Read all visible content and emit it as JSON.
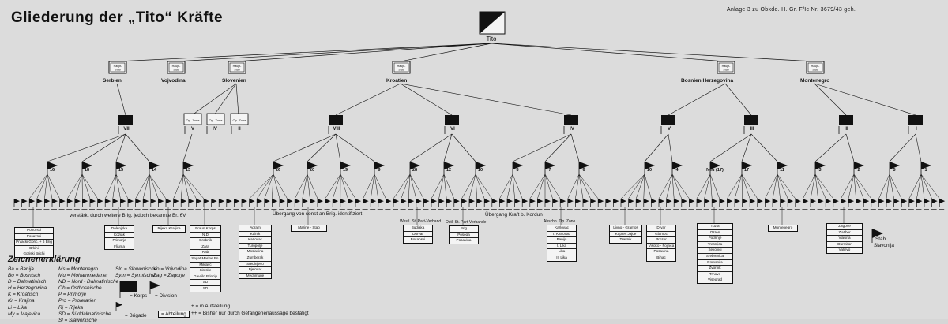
{
  "title": "Gliederung der „Tito“ Kräfte",
  "annex_note": "Anlage 3 zu Obkdo. H. Gr. F/Ic Nr. 3679/43 geh.",
  "top": {
    "label": "Tito"
  },
  "headquarters": [
    {
      "name": "Serbien",
      "box": "Haupt-Stab"
    },
    {
      "name": "Vojvodina",
      "box": "Haupt-Stab"
    },
    {
      "name": "Slovenien",
      "box": "Haupt-Stab"
    },
    {
      "name": "Kroatien",
      "box": "Haupt-Stab"
    },
    {
      "name": "Bosnien  Herzegovina",
      "box": "Haupt-Stab"
    },
    {
      "name": "Montenegro",
      "box": "Haupt-Stab"
    }
  ],
  "corps": [
    "VII",
    "V",
    "IV",
    "II",
    "VIII",
    "VI",
    "IV",
    "V",
    "III",
    "II",
    "I"
  ],
  "op_zones": [
    "Op.-Zone",
    "Op.-Zone",
    "Op.-Zone"
  ],
  "divisions": [
    "16",
    "18",
    "15",
    "14",
    "13",
    "26",
    "20",
    "19",
    "9",
    "28",
    "12",
    "10",
    "8",
    "7",
    "6",
    "10",
    "4",
    "Neu (17)",
    "17",
    "11",
    "3",
    "2",
    "5",
    "1"
  ],
  "lists": [
    {
      "caption": "",
      "items": [
        "Pohorski",
        "Posavski",
        "Prvacki Goric. + 6 Brig",
        "Brkini",
        "Goriski Brichi"
      ]
    },
    {
      "caption": "",
      "items": [
        "Dolenjska",
        "Kozjak",
        "Primorje",
        "Fliuma"
      ]
    },
    {
      "caption": "",
      "items": [
        "Rijeka Kraljica"
      ]
    },
    {
      "caption": "",
      "items": [
        "Braun Korps",
        "N.D",
        "Grobnik",
        "Zara",
        "Rab",
        "Segat Marine Bn.",
        "Miklavc",
        "Sinjske",
        "Gavrilo Princip",
        "SD",
        "SD"
      ]
    },
    {
      "caption": "",
      "items": [
        "Agram",
        "Kalnik",
        "Karlovac",
        "Turopolje",
        "Moslavina",
        "Zumberak",
        "Sredinjevo",
        "Bjelovar",
        "Medjimurje"
      ]
    },
    {
      "caption": "",
      "items": [
        "Marine - Stab"
      ]
    },
    {
      "caption": "Westl. St. Part-Verband",
      "items": [
        "Budjaka",
        "Durvar",
        "Bosanski"
      ]
    },
    {
      "caption": "Ostl. St. Part-Verbande",
      "items": [
        "Brig",
        "Posega",
        "Posavina"
      ]
    },
    {
      "caption": "Abschn. Op. Zone",
      "items": [
        "Karlovac",
        "I. Karlovac",
        "Banija",
        "I. Lika",
        "Lika",
        "II. Lika"
      ]
    },
    {
      "caption": "",
      "items": [
        "Livno - Gramos",
        "Kupres Jajce",
        "Travnik"
      ]
    },
    {
      "caption": "",
      "items": [
        "Drvar",
        "Glamoc",
        "Prozor",
        "Visoko - Fojnica",
        "Posavina",
        "Bihac"
      ]
    },
    {
      "caption": "",
      "items": [
        "Montenegro"
      ]
    },
    {
      "caption": "",
      "items": [
        "Tuzla",
        "Ozren",
        "Podrinje",
        "Tresnjica",
        "Sekovici",
        "Srebrenica",
        "Romanija",
        "Zvornik",
        "Trnovo",
        "Visegrad"
      ]
    },
    {
      "caption": "",
      "items": [
        "Zagorje",
        "Zlatibor",
        "Vlasina",
        "Durmitor",
        "Valjevo"
      ]
    }
  ],
  "notes": {
    "row_note_1": "verstärkt durch weitere Brig. jedoch bekannte Br. 6V",
    "row_note_2": "Übergang von sonst an Brig. identifiziert",
    "row_note_3": "Übergang Kraft b. Kordun",
    "nord_stab": "Stab",
    "nord_stab_sub": "Slavonija",
    "teilung": "+ = in Aufstellung",
    "bestaetigt": "++ = Bisher nur durch Gefangenenaussage bestätigt"
  },
  "legend": {
    "title": "Zeichenerklärung",
    "col1": [
      "Ba = Banija",
      "Bo = Bosnisch",
      "D = Dalmatinisch",
      "H = Herzegowina",
      "K = Kroatisch",
      "Kr = Krajina",
      "Li = Lika",
      "My = Majevica"
    ],
    "col2": [
      "Ms = Montenegro",
      "Mu = Mohammedaner",
      "ND = Nord - Dalmatinische",
      "Ob = Ostbosnische",
      "P = Primorje",
      "Pro = Proletarier",
      "Rj = Rijeka",
      "SD = Süddalmatinische",
      "Sl = Slawonische"
    ],
    "col3": [
      "Slo = Slowenische",
      "Sym = Syrmische"
    ],
    "col4": [
      "Vo = Vojvodina",
      "Zag = Zagorje"
    ],
    "korps": "= Korps",
    "division": "= Division",
    "brigade": "= Brigade",
    "abteilung": "= Abteilung"
  }
}
